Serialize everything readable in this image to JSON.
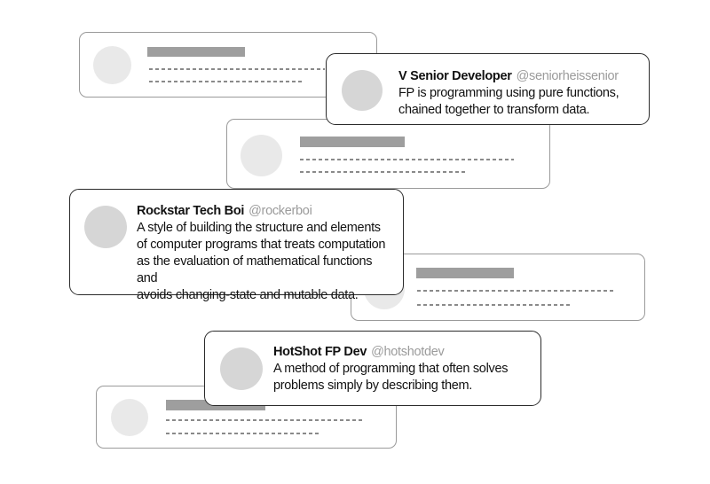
{
  "illustration": {
    "theme": "functional-programming-definitions-as-tweets",
    "colors": {
      "background": "#ffffff",
      "tweet_card_border": "#2b2b2b",
      "skeleton_card_border": "#9a9a9a",
      "skeleton_avatar": "#e9e9e9",
      "tweet_avatar": "#d6d6d6",
      "skeleton_name_bar": "#9e9e9e",
      "skeleton_dash_line": "#8a8a8a",
      "handle_text": "#9b9b9b",
      "body_text": "#111111"
    }
  },
  "tweets": [
    {
      "name": "V Senior Developer",
      "handle": "@seniorheissenior",
      "text": "FP is programming using pure functions,\nchained together to transform data."
    },
    {
      "name": "Rockstar Tech Boi",
      "handle": "@rockerboi",
      "text": "A style of building the structure and elements\nof computer programs that treats computation\nas the evaluation of mathematical functions and\navoids changing-state and mutable data."
    },
    {
      "name": "HotShot FP Dev",
      "handle": "@hotshotdev",
      "text": "A method of programming that often solves\nproblems simply by describing them."
    }
  ]
}
